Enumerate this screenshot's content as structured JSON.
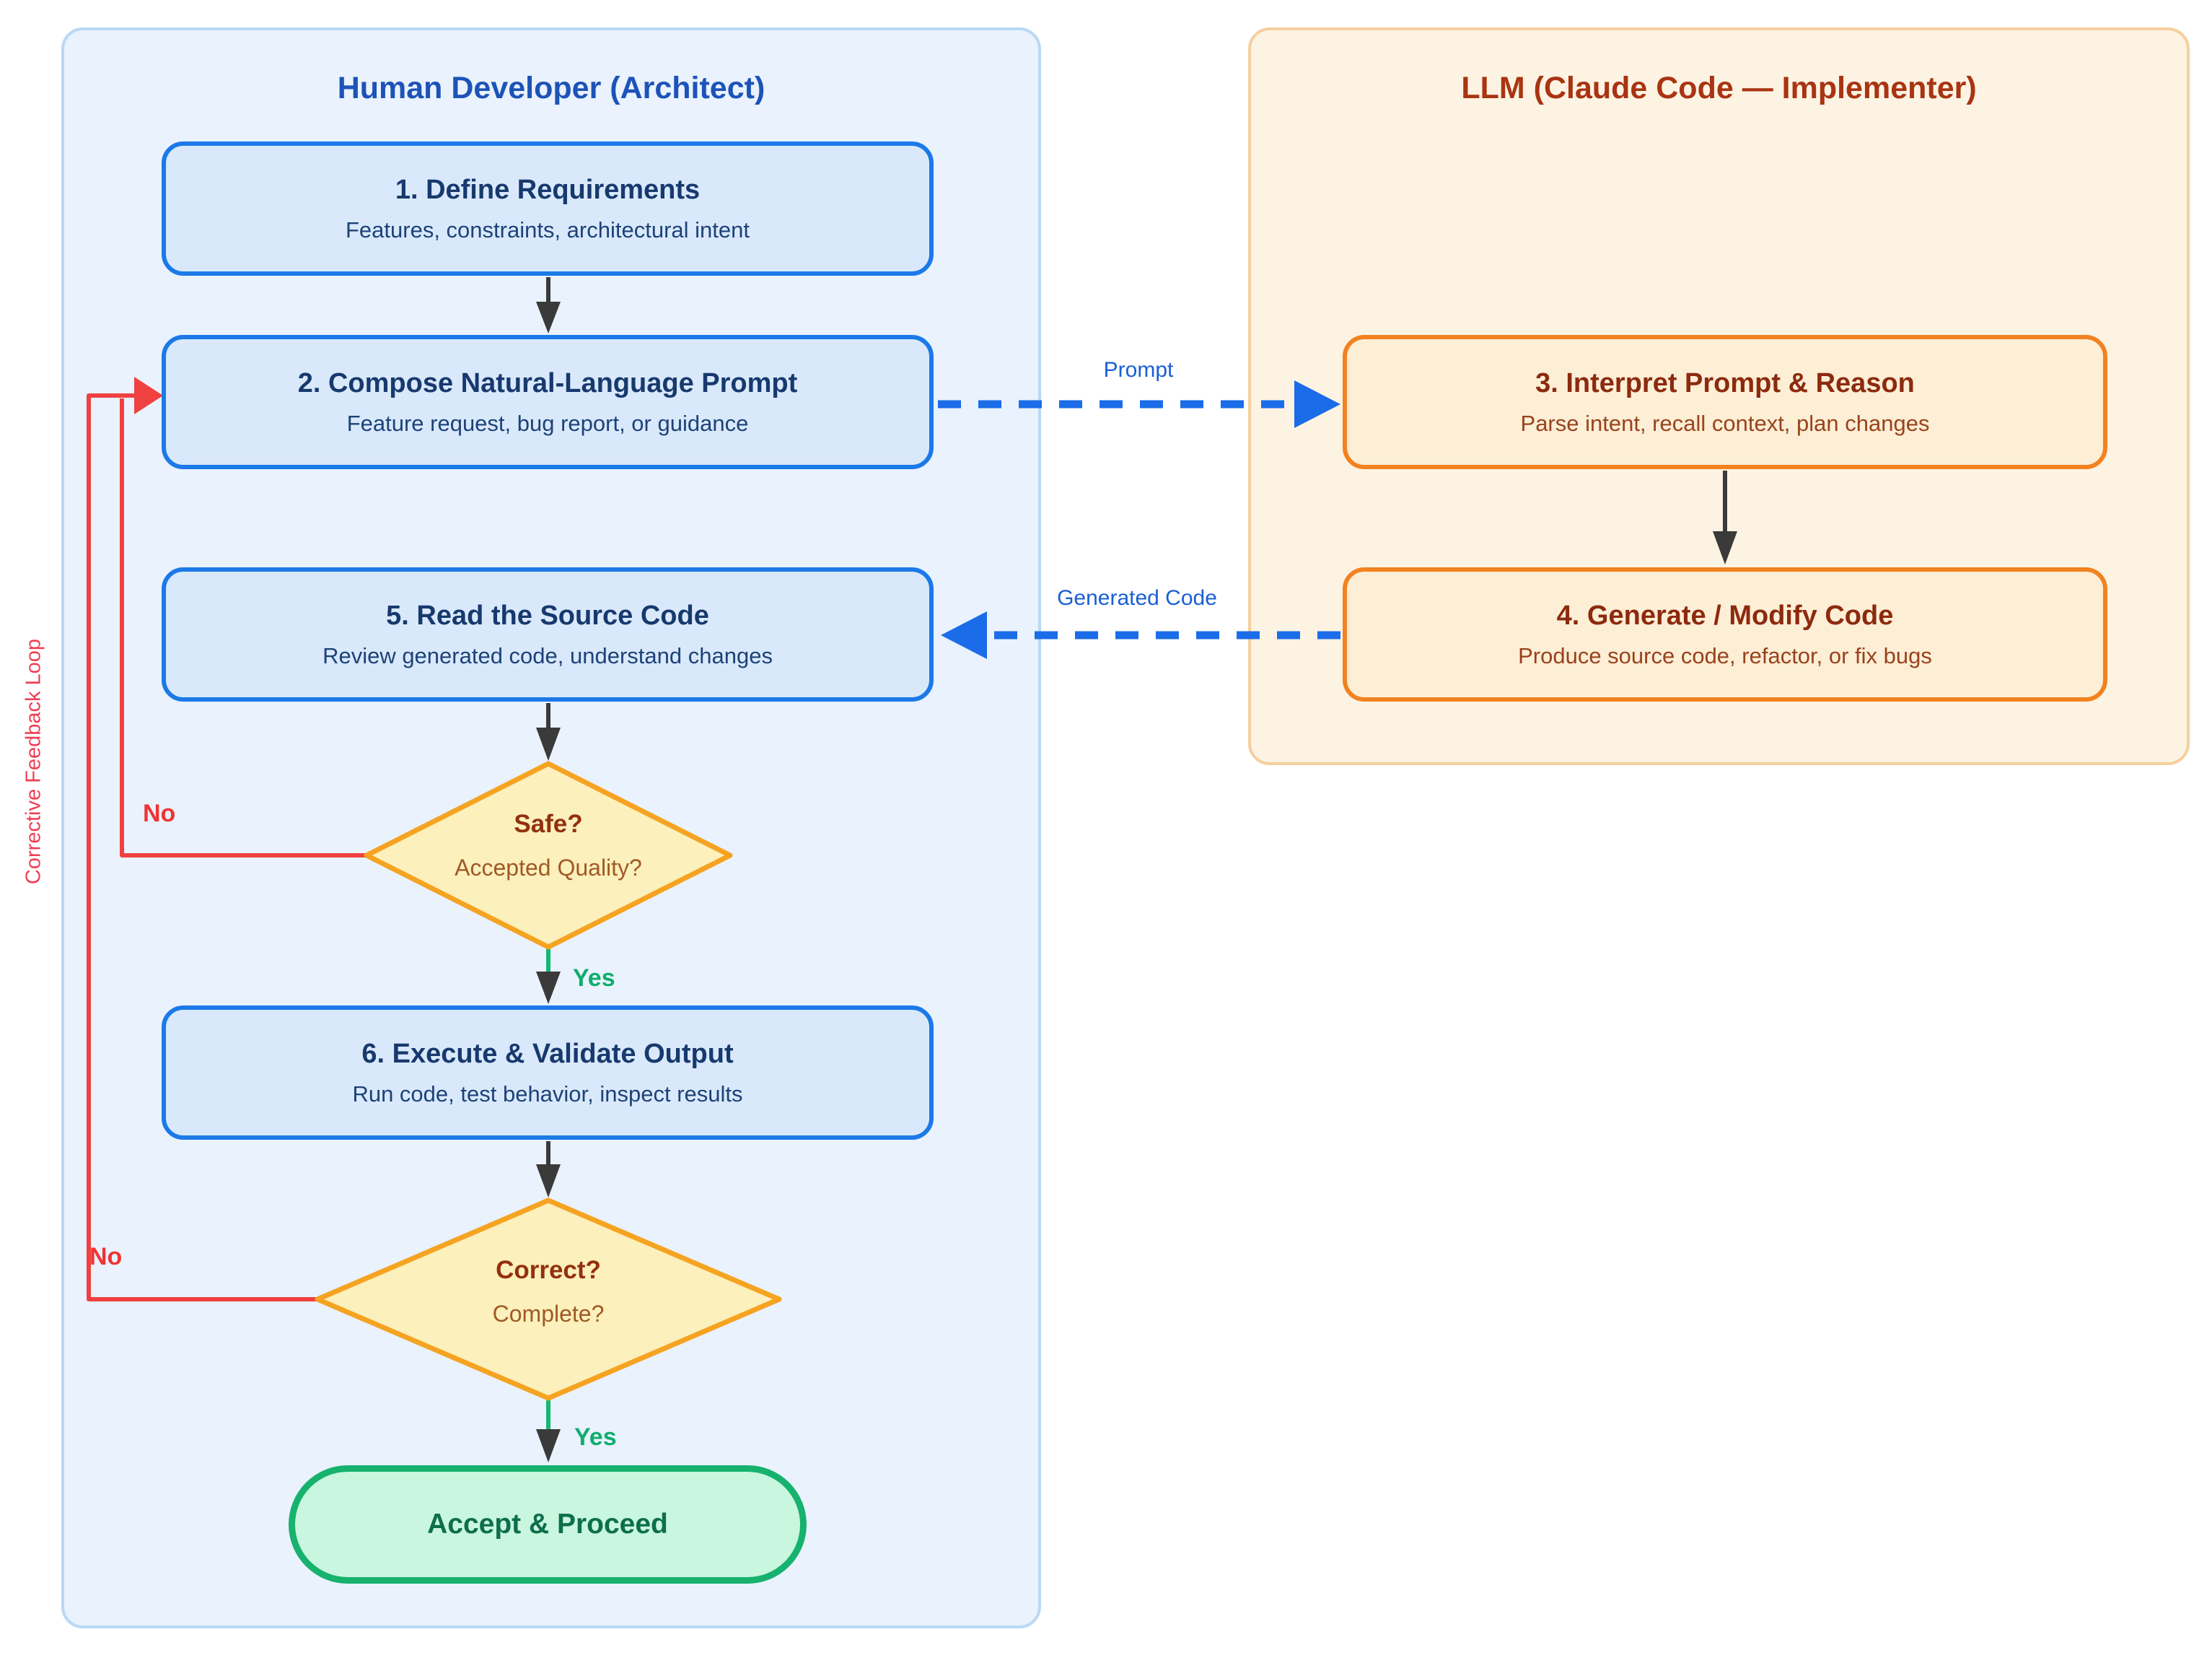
{
  "colors": {
    "human_panel_bg": "#e9f2fd",
    "human_panel_border": "#b9d8f5",
    "human_title": "#1d53b8",
    "llm_panel_bg": "#fdf3e3",
    "llm_panel_border": "#f6cf9d",
    "llm_title": "#a93412",
    "blue_box_bg": "#d9e9fb",
    "blue_box_border": "#1b79e8",
    "blue_box_title": "#17396e",
    "blue_box_subtitle": "#1d4278",
    "orange_box_bg": "#fdeed6",
    "orange_box_border": "#f28220",
    "orange_box_title": "#8c2a0d",
    "orange_box_subtitle": "#99431c",
    "diamond_bg": "#fcf0bd",
    "diamond_border": "#f5a321",
    "diamond_title": "#93300e",
    "diamond_subtitle": "#a05a24",
    "pill_bg": "#c9f6de",
    "pill_border": "#16b26e",
    "pill_text": "#0d6e4d",
    "arrow_dark": "#3a3a3a",
    "arrow_blue": "#1b6ce8",
    "arrow_red": "#f04141",
    "arrow_green": "#14b871",
    "label_blue": "#1a5fd4",
    "label_red": "#f03434",
    "label_green": "#0fae6d",
    "feedback_text": "#ef3d52"
  },
  "human_panel": {
    "title": "Human Developer (Architect)",
    "box1": {
      "title": "1. Define Requirements",
      "subtitle": "Features, constraints, architectural intent"
    },
    "box2": {
      "title": "2. Compose Natural-Language Prompt",
      "subtitle": "Feature request, bug report, or guidance"
    },
    "box5": {
      "title": "5. Read the Source Code",
      "subtitle": "Review generated code, understand changes"
    },
    "box6": {
      "title": "6. Execute & Validate Output",
      "subtitle": "Run code, test behavior, inspect results"
    },
    "decision_safe": {
      "title": "Safe?",
      "subtitle": "Accepted Quality?"
    },
    "decision_correct": {
      "title": "Correct?",
      "subtitle": "Complete?"
    },
    "accept_label": "Accept & Proceed"
  },
  "llm_panel": {
    "title": "LLM (Claude Code — Implementer)",
    "box3": {
      "title": "3. Interpret Prompt & Reason",
      "subtitle": "Parse intent, recall context, plan changes"
    },
    "box4": {
      "title": "4. Generate / Modify Code",
      "subtitle": "Produce source code, refactor, or fix bugs"
    }
  },
  "edges": {
    "prompt": "Prompt",
    "generated_code": "Generated Code",
    "yes_safe": "Yes",
    "yes_correct": "Yes",
    "no_safe": "No",
    "no_correct": "No",
    "feedback_loop": "Corrective Feedback Loop"
  }
}
